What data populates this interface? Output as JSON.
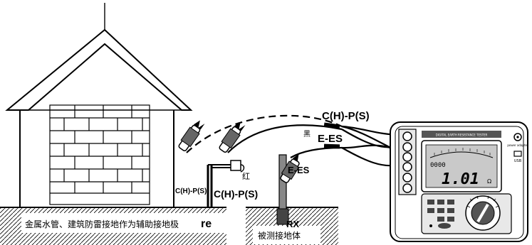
{
  "labels": {
    "top_wire": "C(H)-P(S)",
    "black_mark": "黑",
    "e_es_wire": "E-ES",
    "red_mark": "红",
    "left_clip_label": "C(H)-P(S)",
    "mid_clip_label": "C(H)-P(S)",
    "rod_label": "E-ES",
    "ground_left_text": "金属水管、建筑防雷接地作为辅助接地极",
    "re_label": "re",
    "rx_label": "RX",
    "rx_text": "被测接地体"
  },
  "meter": {
    "header_text": "DIGITAL EARTH RESISTANCE TESTER",
    "small_reading": "0000",
    "main_reading": "1.01",
    "unit": "Ω",
    "power_label": "power adapter",
    "usb_label": "USB"
  },
  "colors": {
    "ink": "#000000",
    "lcd": "#c9c9c9",
    "meter_panel": "#e8e8e8",
    "button": "#444444"
  }
}
